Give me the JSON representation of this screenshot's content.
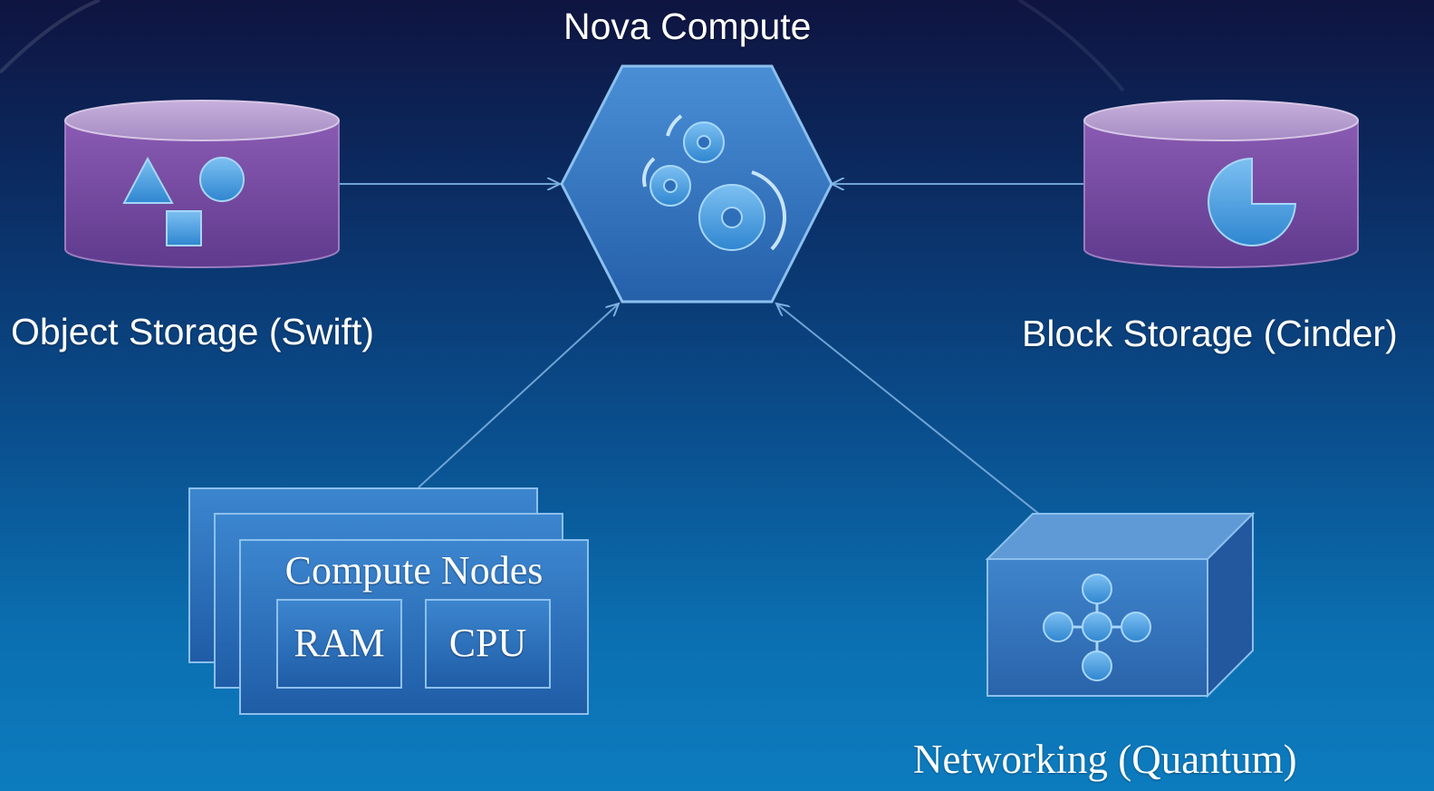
{
  "nodes": {
    "nova": {
      "label": "Nova Compute",
      "icon": "gears-icon"
    },
    "swift": {
      "label": "Object Storage (Swift)",
      "icon": "shapes-icon"
    },
    "cinder": {
      "label": "Block Storage (Cinder)",
      "icon": "pie-chart-icon"
    },
    "compute_nodes": {
      "label": "Compute Nodes",
      "ram_label": "RAM",
      "cpu_label": "CPU"
    },
    "networking": {
      "label": "Networking (Quantum)",
      "icon": "network-nodes-icon"
    }
  },
  "edges": [
    {
      "from": "swift",
      "to": "nova"
    },
    {
      "from": "cinder",
      "to": "nova"
    },
    {
      "from": "compute_nodes",
      "to": "nova"
    },
    {
      "from": "networking",
      "to": "nova"
    }
  ],
  "colors": {
    "background_top": "#0f1440",
    "background_bottom": "#0c7cbf",
    "storage_fill": "#7a4a9e",
    "storage_top": "#b79bd0",
    "compute_fill": "#2f78c4",
    "edge_color": "#6fa3d6"
  }
}
